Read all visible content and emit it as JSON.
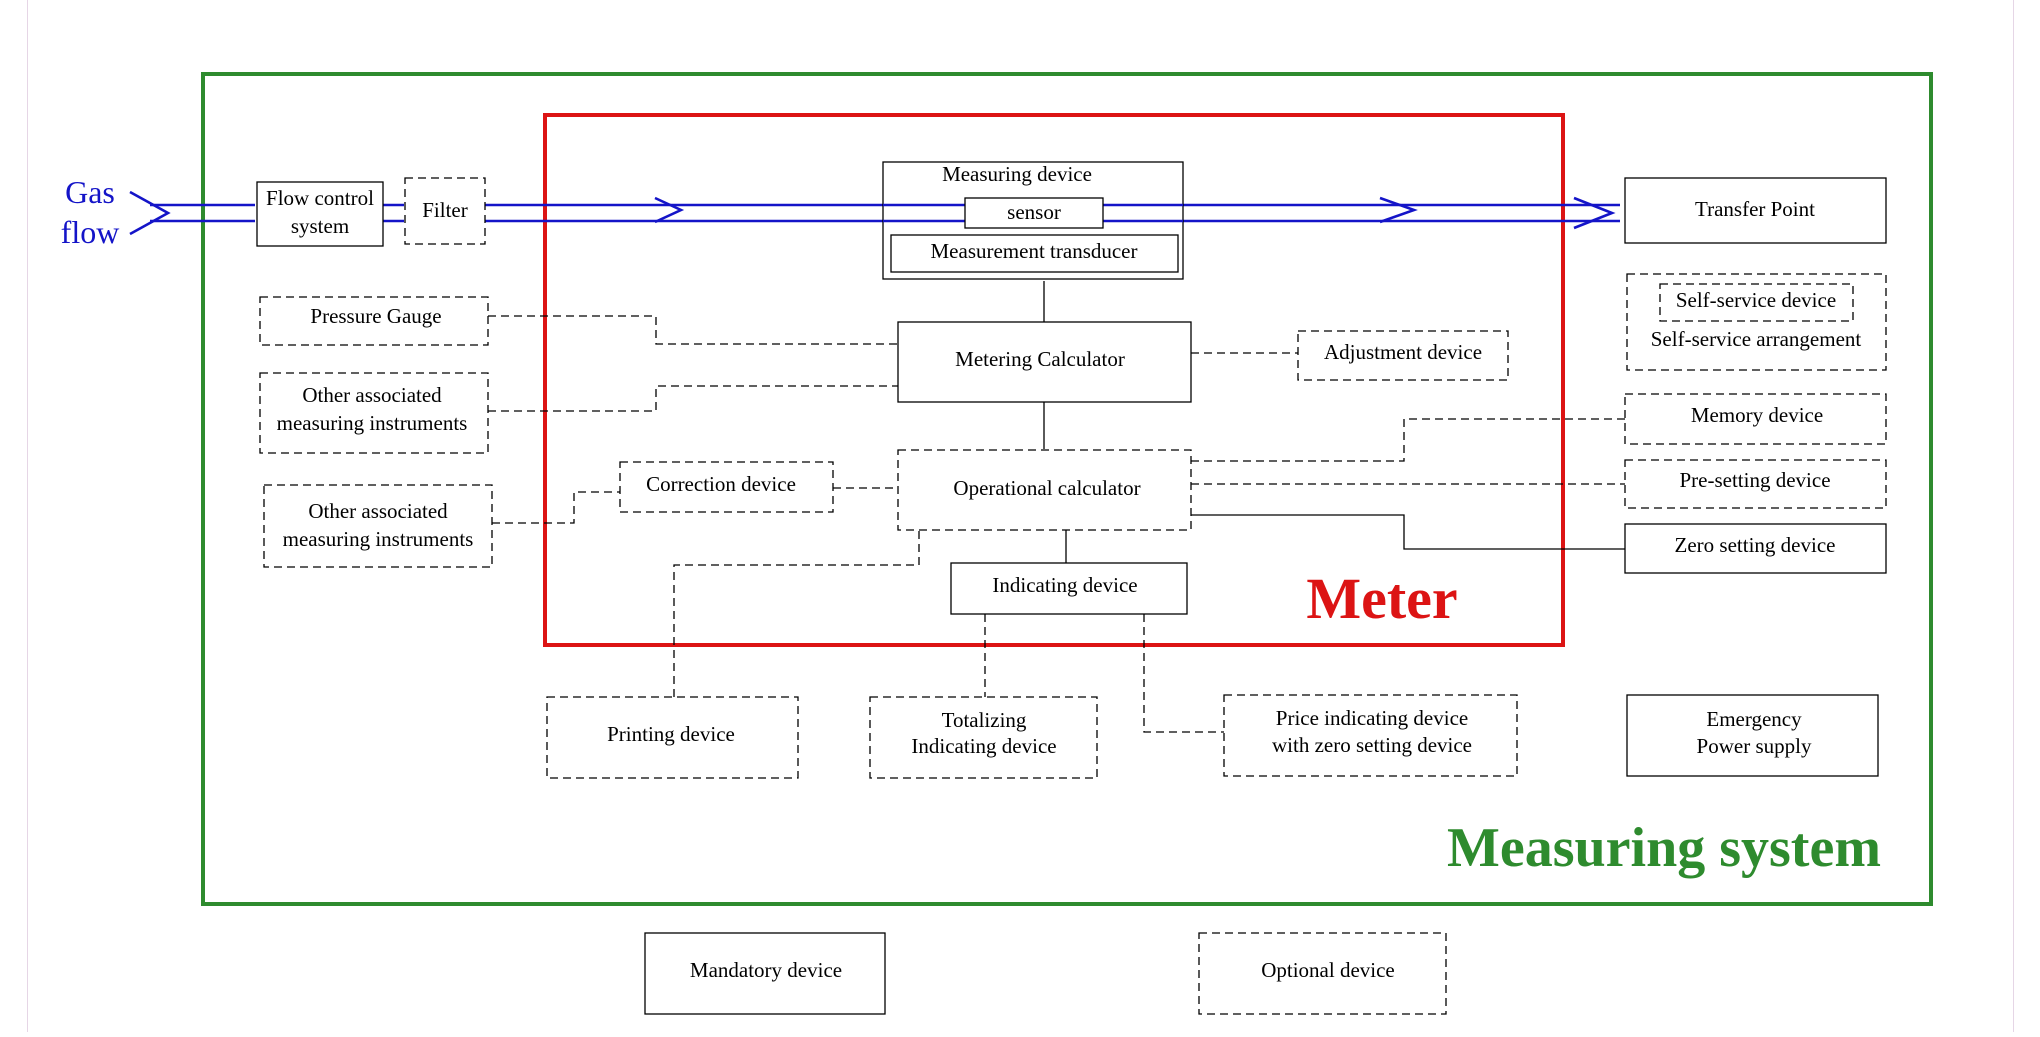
{
  "colors": {
    "measuring_system": "#2e8b2e",
    "meter": "#dc1414",
    "flow": "#1414c8",
    "text": "#000000"
  },
  "labels": {
    "gas": "Gas",
    "flow": "flow",
    "meter": "Meter",
    "measuring_system": "Measuring system"
  },
  "devices": {
    "flow_control": [
      "Flow control",
      "system"
    ],
    "filter": "Filter",
    "measuring_device": "Measuring  device",
    "sensor": "sensor",
    "transducer": "Measurement transducer",
    "transfer_point": "Transfer Point",
    "pressure_gauge": "Pressure Gauge",
    "other_instruments_1": [
      "Other associated",
      "measuring instruments"
    ],
    "other_instruments_2": [
      "Other associated",
      "measuring instruments"
    ],
    "metering_calculator": "Metering Calculator",
    "adjustment_device": "Adjustment device",
    "self_service_device": "Self-service device",
    "self_service_arrangement": "Self-service arrangement",
    "memory_device": "Memory device",
    "presetting_device": "Pre-setting device",
    "zero_setting_device": "Zero setting device",
    "correction_device": "Correction device",
    "operational_calculator": "Operational calculator",
    "indicating_device": "Indicating device",
    "printing_device": "Printing device",
    "totalizing": [
      "Totalizing",
      "Indicating device"
    ],
    "price_indicating": [
      "Price indicating device",
      "with zero setting device"
    ],
    "emergency_power": [
      "Emergency",
      "Power supply"
    ]
  },
  "legend": {
    "mandatory": "Mandatory device",
    "optional": "Optional device"
  }
}
